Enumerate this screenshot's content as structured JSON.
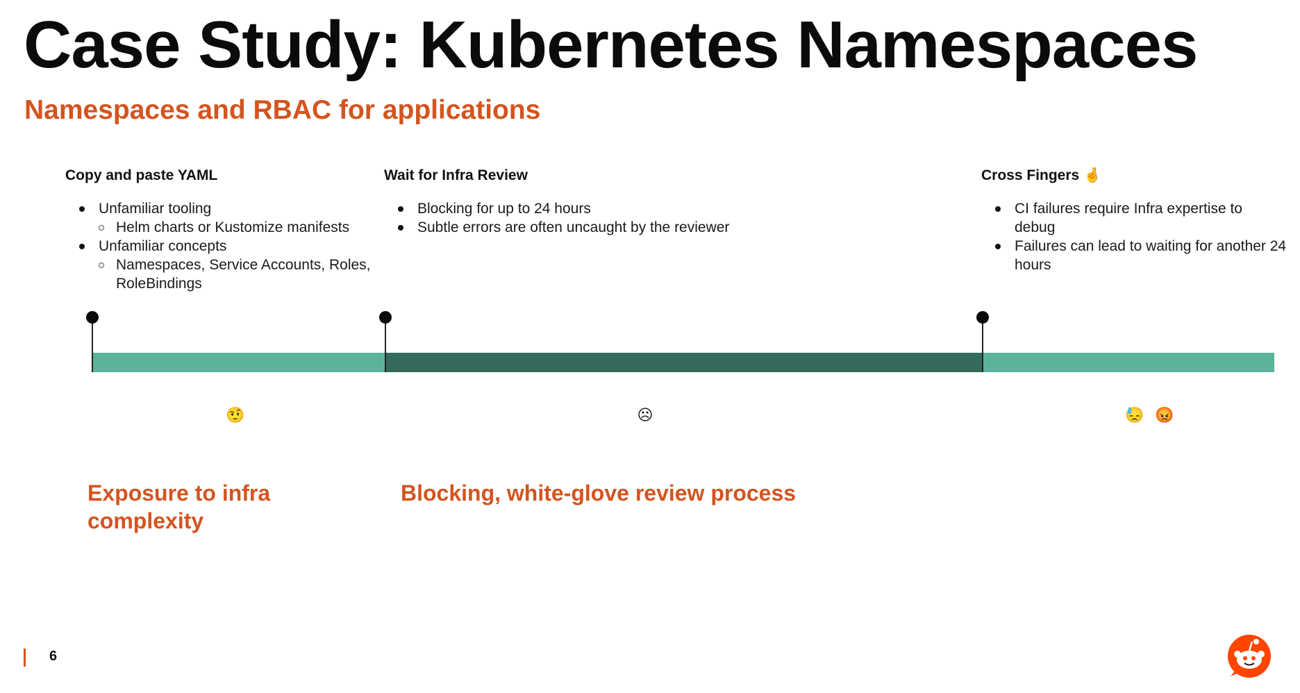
{
  "slide": {
    "title": "Case Study: Kubernetes Namespaces",
    "subtitle": "Namespaces and RBAC for applications",
    "page_number": "6",
    "accent_color": "#d4541f"
  },
  "columns": [
    {
      "title": "Copy and paste YAML",
      "bullets": [
        {
          "level": 1,
          "text": "Unfamiliar tooling"
        },
        {
          "level": 2,
          "text": "Helm charts or Kustomize manifests"
        },
        {
          "level": 1,
          "text": "Unfamiliar concepts"
        },
        {
          "level": 2,
          "text": "Namespaces, Service Accounts, Roles, RoleBindings"
        }
      ]
    },
    {
      "title": "Wait for Infra Review",
      "bullets": [
        {
          "level": 1,
          "text": "Blocking for up to 24 hours"
        },
        {
          "level": 1,
          "text": "Subtle errors are often uncaught by the reviewer"
        }
      ]
    },
    {
      "title": "Cross Fingers 🤞",
      "bullets": [
        {
          "level": 1,
          "text": "CI failures require Infra expertise to debug"
        },
        {
          "level": 1,
          "text": "Failures can lead to waiting for another 24 hours"
        }
      ]
    }
  ],
  "timeline": {
    "segment_colors": [
      "#5ab39a",
      "#356b5c",
      "#5ab39a"
    ]
  },
  "emojis": {
    "stage1": "🤨",
    "stage2": "☹",
    "stage3a": "😓",
    "stage3b": "😡"
  },
  "callouts": {
    "left": "Exposure to infra complexity",
    "middle": "Blocking, white-glove review process"
  },
  "logo": {
    "icon": "reddit-snoo-icon"
  }
}
